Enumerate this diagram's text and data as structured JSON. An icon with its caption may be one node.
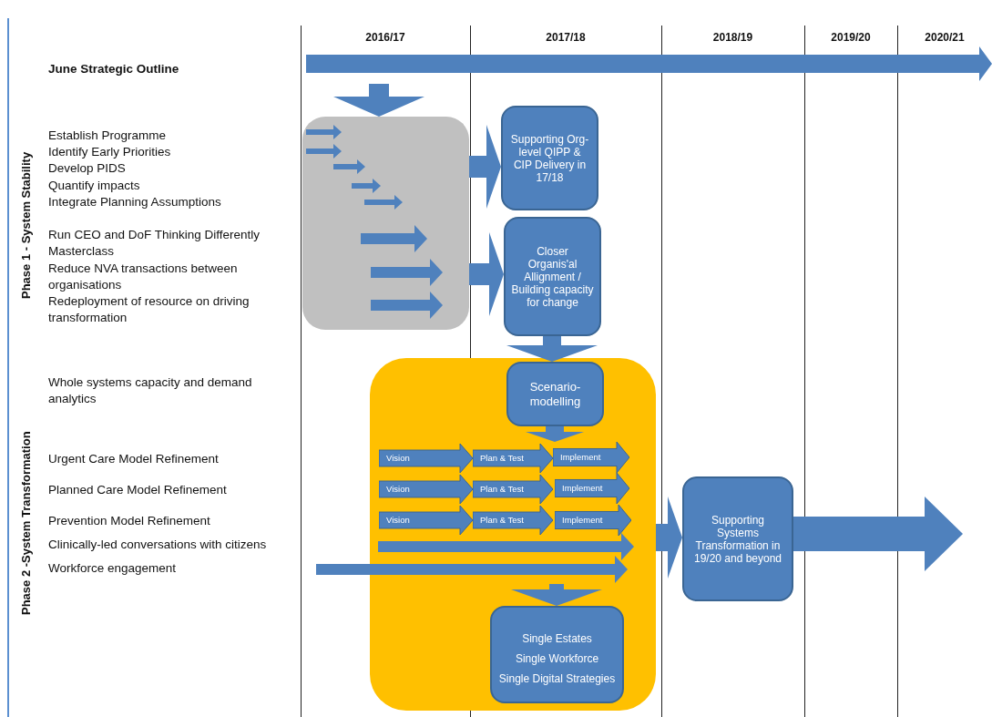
{
  "diagram": {
    "nodes": [
      {
        "text": [],
        "shape": "box"
      },
      {
        "text": [
          "Supporting Org-level QIPP & CIP Delivery in 17/18"
        ]
      },
      {
        "text": [
          "Closer Organis'al Allignment / Building capacity for change"
        ]
      },
      {
        "text": [],
        "shape": "box"
      },
      {
        "text": [
          "Scenario-modelling"
        ],
        "in": 3
      },
      {
        "text": [
          "Vision"
        ],
        "in": 3
      },
      {
        "text": [
          "Plan & Test"
        ],
        "in": 3
      },
      {
        "text": [
          "Implement"
        ],
        "in": 3
      },
      {
        "text": [
          "Vision"
        ],
        "in": 3
      },
      {
        "text": [
          "Plan & Test"
        ],
        "in": 3
      },
      {
        "text": [
          "Implement"
        ],
        "in": 3
      },
      {
        "text": [
          "Vision"
        ],
        "in": 3
      },
      {
        "text": [
          "Plan & Test"
        ],
        "in": 3
      },
      {
        "text": [
          "Implement"
        ],
        "in": 3
      },
      {
        "text": [
          "Single Estates",
          "Single Workforce",
          "Single Digital Strategies"
        ],
        "in": 3
      },
      {
        "text": [
          "Supporting Systems Transformation in 19/20 and beyond"
        ]
      }
    ],
    "edges": [
      {
        "from": null,
        "to": 0,
        "arrow": "to"
      },
      {
        "from": 0,
        "to": 1,
        "arrow": "to"
      },
      {
        "from": 0,
        "to": 2,
        "arrow": "to"
      },
      {
        "from": 2,
        "to": 4,
        "arrow": "to"
      },
      {
        "from": 4,
        "to": 7,
        "arrow": "to"
      },
      {
        "from": null,
        "to": 14,
        "arrow": "to"
      },
      {
        "from": 3,
        "to": 15,
        "arrow": "to"
      },
      {
        "from": 15,
        "to": null,
        "arrow": "to"
      }
    ],
    "labels": [
      "2016/17",
      "2017/18",
      "2018/19",
      "2019/20",
      "2020/21",
      "June Strategic Outline",
      "Phase 1 - System Stability",
      "Establish Programme",
      "Identify Early Priorities",
      "Develop PIDS",
      "Quantify impacts",
      "Integrate Planning Assumptions",
      "Run CEO and DoF Thinking Differently Masterclass",
      "Reduce NVA transactions between organisations",
      "Redeployment of resource on driving transformation",
      "Phase 2 -System Transformation",
      "Whole systems capacity and demand analytics",
      "Urgent Care Model Refinement",
      "Planned Care Model Refinement",
      "Prevention Model Refinement",
      "Clinically-led conversations with citizens",
      "Workforce engagement"
    ]
  }
}
